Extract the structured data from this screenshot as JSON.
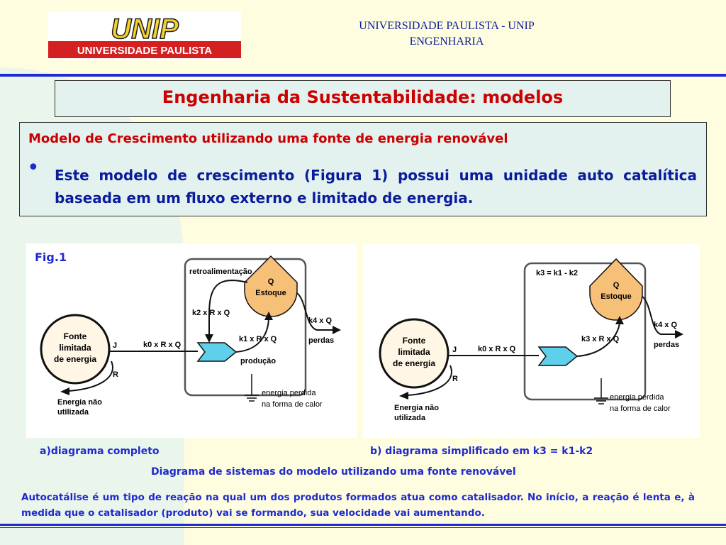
{
  "header": {
    "logo_word": "UNIP",
    "logo_sub": "UNIVERSIDADE PAULISTA",
    "university": "UNIVERSIDADE PAULISTA - UNIP",
    "department": "ENGENHARIA"
  },
  "title": "Engenharia da Sustentabilidade: modelos",
  "content": {
    "heading": "Modelo de Crescimento utilizando uma fonte de energia renovável",
    "bullet_text": "Este modelo de crescimento (Figura 1) possui uma unidade auto catalítica baseada em um fluxo externo e limitado de energia."
  },
  "figures": {
    "fig_label": "Fig.1",
    "a": {
      "source_label": [
        "Fonte",
        "limitada",
        "de energia"
      ],
      "j": "J",
      "r": "R",
      "inflow": "k0 x R x Q",
      "feedback": "retroalimentação",
      "feedback_flow": "k2 x R x Q",
      "storage_q": "Q",
      "storage_label": "Estoque",
      "production_flow": "k1 x R x Q",
      "production": "produção",
      "out_flow": "k4 x Q",
      "out_label": "perdas",
      "heat_loss": [
        "energia perdida",
        "na forma de calor"
      ],
      "unused": [
        "Energia não",
        "utilizada"
      ]
    },
    "b": {
      "source_label": [
        "Fonte",
        "limitada",
        "de energia"
      ],
      "j": "J",
      "r": "R",
      "inflow": "k0 x R x Q",
      "k3_def": "k3 = k1 - k2",
      "storage_q": "Q",
      "storage_label": "Estoque",
      "production_flow": "k3 x R x Q",
      "out_flow": "k4 x Q",
      "out_label": "perdas",
      "heat_loss": [
        "energia perdida",
        "na forma de calor"
      ],
      "unused": [
        "Energia não",
        "utilizada"
      ]
    },
    "caption_a": "a)diagrama completo",
    "caption_b": "b) diagrama simplificado em k3 = k1-k2",
    "caption_main": "Diagrama de sistemas do modelo utilizando uma fonte renovável"
  },
  "footer": "Autocatálise é um tipo de reação na qual um dos produtos formados atua como catalisador. No início, a reação é lenta e, à medida que o catalisador (produto) vai se formando, sua velocidade vai aumentando.",
  "colors": {
    "background": "#fffde0",
    "accent_blue": "#1f2ad0",
    "title_red": "#cc0000",
    "box_fill": "#e3f2ef",
    "storage_orange": "#f7c078",
    "pump_cyan": "#5fd0ec"
  }
}
